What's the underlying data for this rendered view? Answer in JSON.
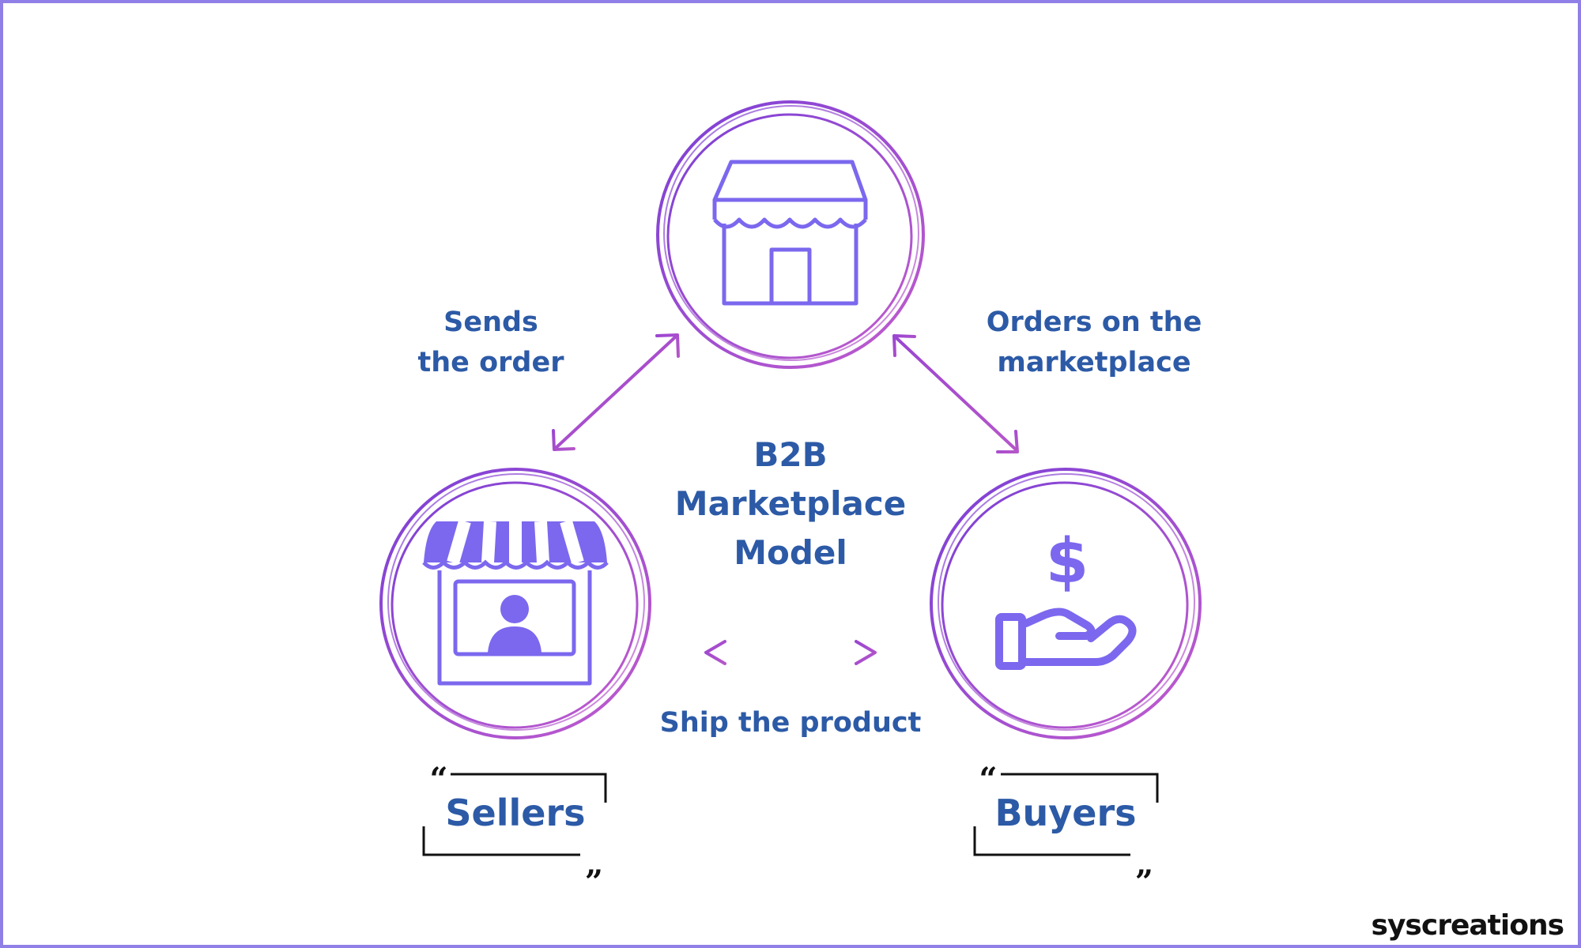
{
  "diagram": {
    "title_lines": [
      "B2B",
      "Marketplace",
      "Model"
    ],
    "nodes": {
      "marketplace": {
        "icon": "storefront-icon"
      },
      "sellers": {
        "label": "Sellers",
        "icon": "seller-stall-icon"
      },
      "buyers": {
        "label": "Buyers",
        "icon": "hand-dollar-icon"
      }
    },
    "edges": {
      "sellers_marketplace": {
        "lines": [
          "Sends",
          "the order"
        ]
      },
      "marketplace_buyers": {
        "lines": [
          "Orders on the",
          "marketplace"
        ]
      },
      "sellers_buyers": {
        "lines": [
          "Ship the product"
        ]
      }
    }
  },
  "brand": {
    "text": "syscreations"
  },
  "colors": {
    "frame": "#8f7fe6",
    "icon": "#7b68ee",
    "text": "#2c5aa6",
    "ring_start": "#7a3fd6",
    "ring_end": "#c25ccc"
  }
}
